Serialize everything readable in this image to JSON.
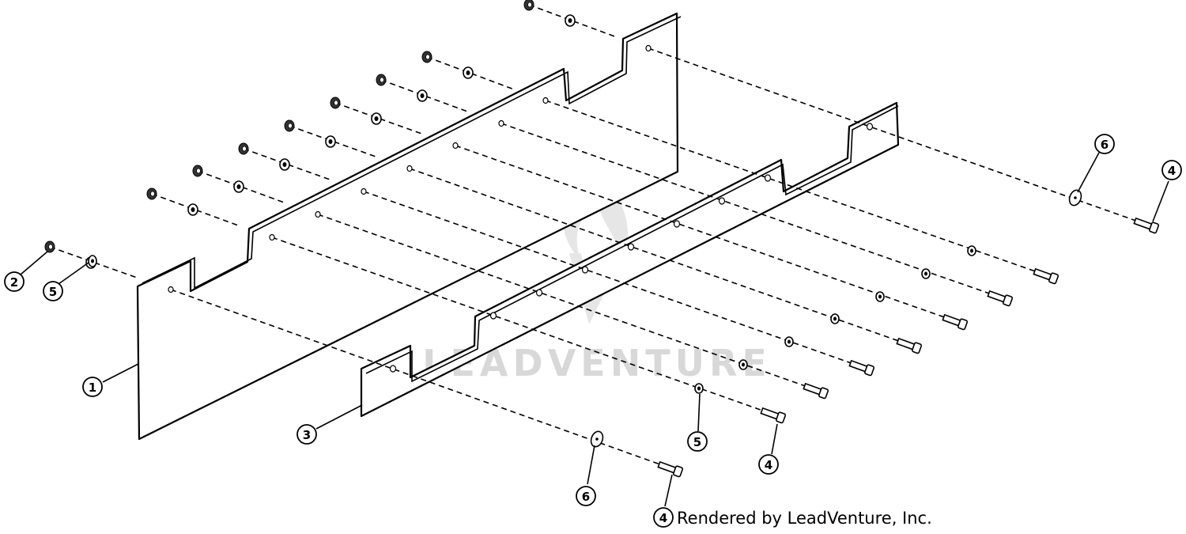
{
  "diagram": {
    "credit": "Rendered by LeadVenture, Inc.",
    "credit_callout": "4",
    "watermark": "LEADVENTURE",
    "callouts": [
      {
        "id": "c1",
        "label": "1"
      },
      {
        "id": "c2",
        "label": "2"
      },
      {
        "id": "c5a",
        "label": "5"
      },
      {
        "id": "c3",
        "label": "3"
      },
      {
        "id": "c6a",
        "label": "6"
      },
      {
        "id": "c5b",
        "label": "5"
      },
      {
        "id": "c4a",
        "label": "4"
      },
      {
        "id": "c6b",
        "label": "6"
      },
      {
        "id": "c4b",
        "label": "4"
      }
    ]
  },
  "colors": {
    "line": "#000000",
    "background": "#ffffff",
    "watermark": "#d8d8d8"
  }
}
